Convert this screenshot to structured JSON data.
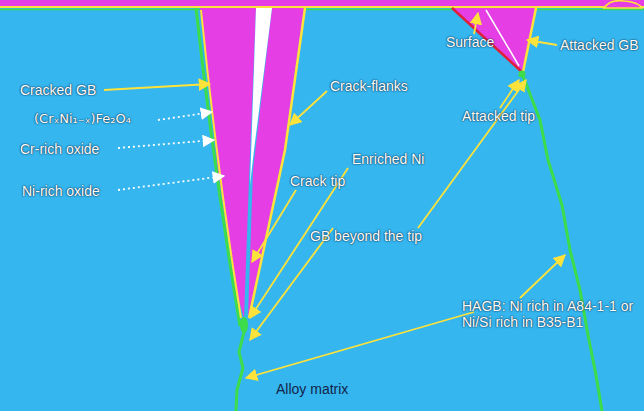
{
  "diagram": {
    "labels": [
      "Surface",
      "Attacked GB",
      "Cracked GB",
      "(CrₓNi₁₋ₓ)Fe₂O₄",
      "Crack-flanks",
      "Cr-rich oxide",
      "Ni-rich oxide",
      "Crack tip",
      "Enriched Ni",
      "Attacked tip",
      "GB beyond the tip",
      "HAGB: Ni rich in A84-1-1 or Ni/Si rich in B35-B1",
      "Alloy matrix"
    ]
  }
}
